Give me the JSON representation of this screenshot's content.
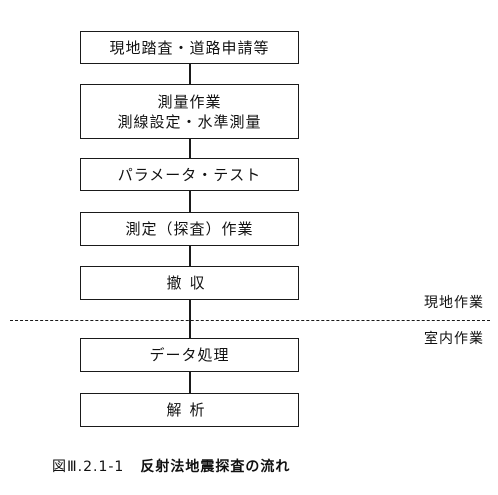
{
  "flow": {
    "steps": [
      {
        "lines": [
          "現地踏査・道路申請等"
        ]
      },
      {
        "lines": [
          "測量作業",
          "測線設定・水準測量"
        ]
      },
      {
        "lines": [
          "パラメータ・テスト"
        ]
      },
      {
        "lines": [
          "測定（探査）作業"
        ]
      },
      {
        "lines": [
          "撤収"
        ]
      },
      {
        "lines": [
          "データ処理"
        ]
      },
      {
        "lines": [
          "解析"
        ]
      }
    ]
  },
  "divider": {
    "upper_label": "現地作業",
    "lower_label": "室内作業"
  },
  "caption": {
    "figure_number": "図Ⅲ.2.1-1",
    "title": "反射法地震探査の流れ"
  }
}
